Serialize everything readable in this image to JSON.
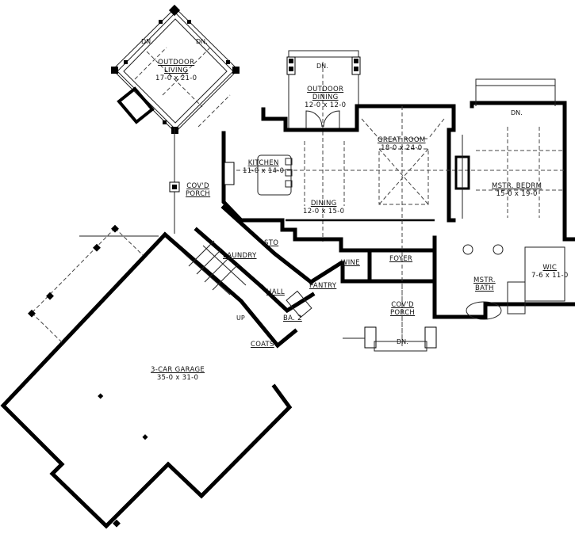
{
  "plan": {
    "rooms": [
      {
        "id": "outdoor-living",
        "name": "OUTDOOR LIVING",
        "name_l1": "OUTDOOR",
        "name_l2": "LIVING",
        "dims": "17-0 x 21-0"
      },
      {
        "id": "outdoor-dining",
        "name_l1": "OUTDOOR",
        "name_l2": "DINING",
        "dims": "12-0 x 12-0"
      },
      {
        "id": "great-room",
        "name": "GREAT ROOM",
        "dims": "18-0 x 24-0"
      },
      {
        "id": "mstr-bedrm",
        "name": "MSTR. BEDRM",
        "dims": "15-0 x 19-0"
      },
      {
        "id": "kitchen",
        "name": "KITCHEN",
        "dims": "11-0 x 14-0"
      },
      {
        "id": "dining",
        "name": "DINING",
        "dims": "12-0 x 15-0"
      },
      {
        "id": "covd-porch-side",
        "name_l1": "COV'D",
        "name_l2": "PORCH"
      },
      {
        "id": "sto",
        "name": "STO"
      },
      {
        "id": "laundry",
        "name": "LAUNDRY"
      },
      {
        "id": "wine",
        "name": "WINE"
      },
      {
        "id": "foyer",
        "name": "FOYER"
      },
      {
        "id": "hall",
        "name": "HALL"
      },
      {
        "id": "pantry",
        "name": "PANTRY"
      },
      {
        "id": "mstr-bath",
        "name_l1": "MSTR.",
        "name_l2": "BATH"
      },
      {
        "id": "wic",
        "name": "WIC",
        "dims": "7-6 x 11-0"
      },
      {
        "id": "ba2",
        "name": "BA. 2"
      },
      {
        "id": "coats",
        "name": "COATS"
      },
      {
        "id": "covd-porch-front",
        "name_l1": "COV'D",
        "name_l2": "PORCH"
      },
      {
        "id": "garage",
        "name": "3-CAR GARAGE",
        "dims": "35-0 x 31-0"
      }
    ],
    "annotations": {
      "dn": "DN.",
      "up": "UP"
    }
  }
}
